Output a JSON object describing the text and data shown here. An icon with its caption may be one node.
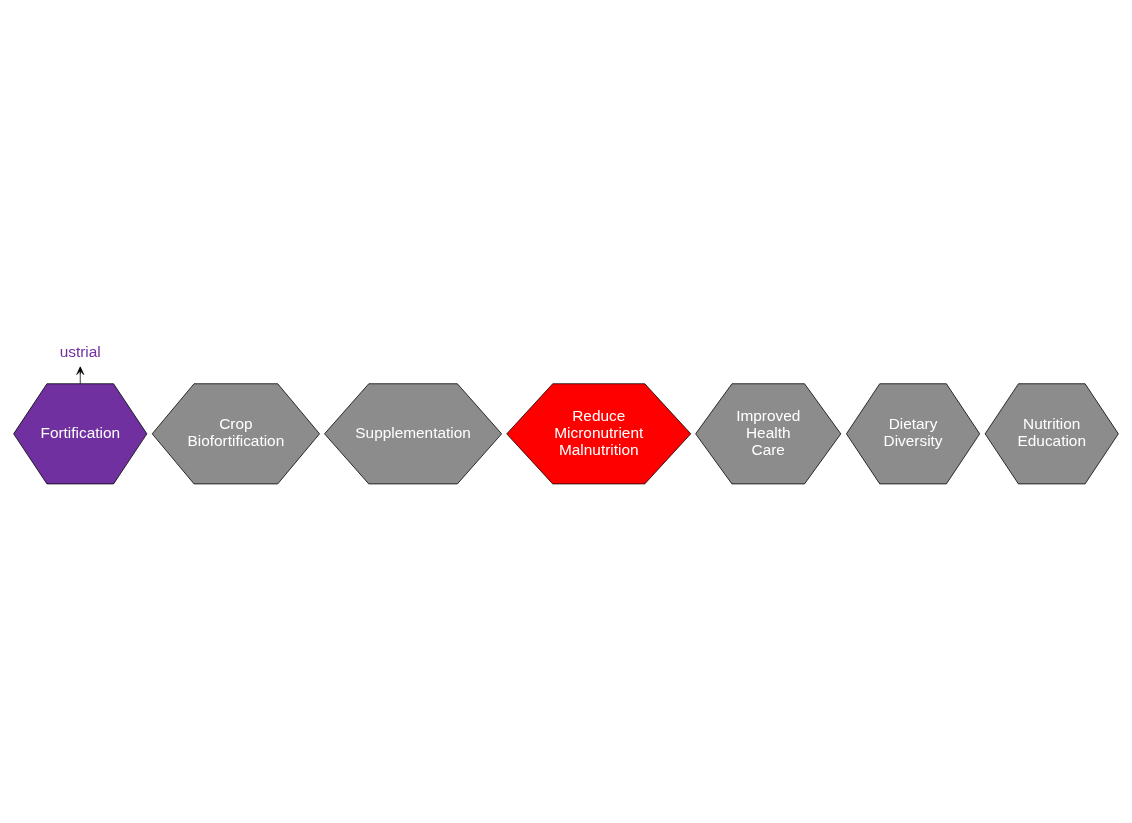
{
  "diagram": {
    "nodes": [
      {
        "text": [
          "ustrial"
        ]
      },
      {
        "text": [
          "Supplementation"
        ]
      },
      {
        "text": [
          "Fortification"
        ]
      },
      {
        "text": [
          "Improved Health Care"
        ]
      },
      {
        "text": [
          "Reduce Micronutrient Malnutrition"
        ]
      },
      {
        "text": [
          "Crop Biofortification"
        ]
      },
      {
        "text": [
          "Nutrition Education"
        ]
      },
      {
        "text": [
          "Dietary Diversity"
        ]
      }
    ],
    "edges": [
      {
        "from": 2,
        "to": 0,
        "arrow": "to"
      }
    ]
  }
}
